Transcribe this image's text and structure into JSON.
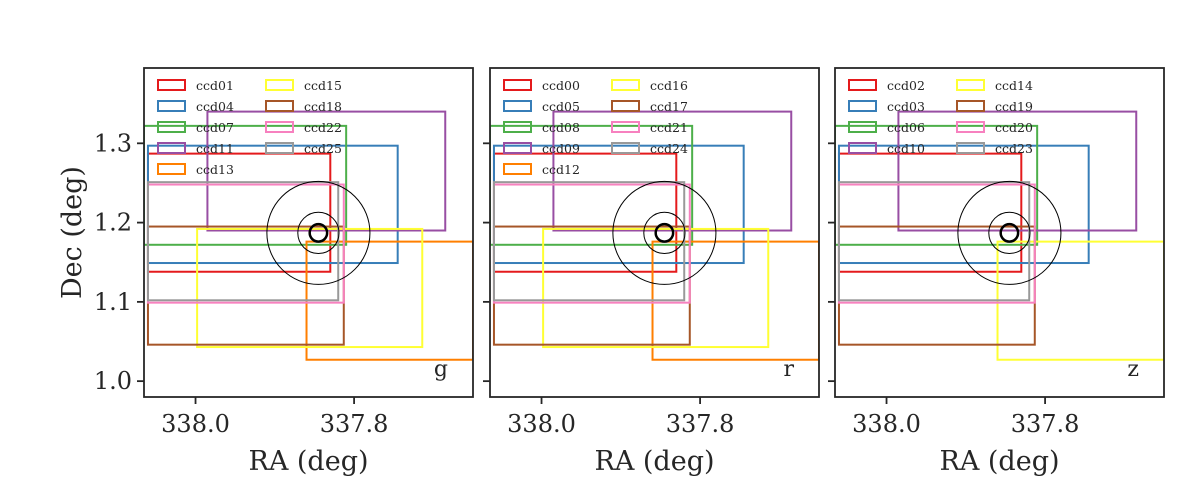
{
  "chart_data": [
    {
      "type": "footprint",
      "band": "g",
      "xlabel": "RA (deg)",
      "ylabel": "Dec (deg)",
      "xlim": [
        338.065,
        337.65
      ],
      "ylim": [
        0.98,
        1.395
      ],
      "xticks": [
        {
          "value": 338.0,
          "label": "338.0"
        },
        {
          "value": 337.8,
          "label": "337.8"
        }
      ],
      "yticks": [
        {
          "value": 1.0,
          "label": "1.0"
        },
        {
          "value": 1.1,
          "label": "1.1"
        },
        {
          "value": 1.2,
          "label": "1.2"
        },
        {
          "value": 1.3,
          "label": "1.3"
        }
      ],
      "ccds": [
        {
          "name": "ccd01",
          "color": "#e41a1c",
          "ra": [
            338.06,
            337.83
          ],
          "dec": [
            1.138,
            1.287
          ]
        },
        {
          "name": "ccd04",
          "color": "#377eb8",
          "ra": [
            338.06,
            337.745
          ],
          "dec": [
            1.149,
            1.297
          ]
        },
        {
          "name": "ccd07",
          "color": "#4daf4a",
          "ra": [
            338.065,
            337.81
          ],
          "dec": [
            1.172,
            1.322
          ]
        },
        {
          "name": "ccd11",
          "color": "#984ea3",
          "ra": [
            337.985,
            337.685
          ],
          "dec": [
            1.19,
            1.34
          ]
        },
        {
          "name": "ccd13",
          "color": "#ff7f00",
          "ra": [
            337.86,
            337.65
          ],
          "dec": [
            1.027,
            1.176
          ]
        },
        {
          "name": "ccd15",
          "color": "#ffff33",
          "ra": [
            337.998,
            337.714
          ],
          "dec": [
            1.043,
            1.192
          ]
        },
        {
          "name": "ccd18",
          "color": "#a65628",
          "ra": [
            338.06,
            337.813
          ],
          "dec": [
            1.046,
            1.195
          ]
        },
        {
          "name": "ccd22",
          "color": "#f781bf",
          "ra": [
            338.06,
            337.813
          ],
          "dec": [
            1.099,
            1.248
          ]
        },
        {
          "name": "ccd25",
          "color": "#999999",
          "ra": [
            338.06,
            337.82
          ],
          "dec": [
            1.102,
            1.251
          ]
        }
      ],
      "circles": [
        {
          "ra": 337.845,
          "dec": 1.187,
          "radius": 0.065
        },
        {
          "ra": 337.845,
          "dec": 1.187,
          "radius": 0.026
        },
        {
          "ra": 337.845,
          "dec": 1.187,
          "radius": 0.011
        }
      ],
      "legend": {
        "placement": "top-left",
        "columns": 2
      }
    },
    {
      "type": "footprint",
      "band": "r",
      "xlabel": "RA (deg)",
      "ylabel": "",
      "xlim": [
        338.065,
        337.65
      ],
      "ylim": [
        0.98,
        1.395
      ],
      "xticks": [
        {
          "value": 338.0,
          "label": "338.0"
        },
        {
          "value": 337.8,
          "label": "337.8"
        }
      ],
      "yticks": [],
      "ccds": [
        {
          "name": "ccd00",
          "color": "#e41a1c",
          "ra": [
            338.06,
            337.83
          ],
          "dec": [
            1.138,
            1.287
          ]
        },
        {
          "name": "ccd05",
          "color": "#377eb8",
          "ra": [
            338.06,
            337.745
          ],
          "dec": [
            1.149,
            1.297
          ]
        },
        {
          "name": "ccd08",
          "color": "#4daf4a",
          "ra": [
            338.065,
            337.81
          ],
          "dec": [
            1.172,
            1.322
          ]
        },
        {
          "name": "ccd09",
          "color": "#984ea3",
          "ra": [
            337.985,
            337.685
          ],
          "dec": [
            1.19,
            1.34
          ]
        },
        {
          "name": "ccd12",
          "color": "#ff7f00",
          "ra": [
            337.86,
            337.65
          ],
          "dec": [
            1.027,
            1.176
          ]
        },
        {
          "name": "ccd16",
          "color": "#ffff33",
          "ra": [
            337.998,
            337.714
          ],
          "dec": [
            1.043,
            1.192
          ]
        },
        {
          "name": "ccd17",
          "color": "#a65628",
          "ra": [
            338.06,
            337.813
          ],
          "dec": [
            1.046,
            1.195
          ]
        },
        {
          "name": "ccd21",
          "color": "#f781bf",
          "ra": [
            338.06,
            337.813
          ],
          "dec": [
            1.099,
            1.248
          ]
        },
        {
          "name": "ccd24",
          "color": "#999999",
          "ra": [
            338.06,
            337.82
          ],
          "dec": [
            1.102,
            1.251
          ]
        }
      ],
      "circles": [
        {
          "ra": 337.845,
          "dec": 1.187,
          "radius": 0.065
        },
        {
          "ra": 337.845,
          "dec": 1.187,
          "radius": 0.026
        },
        {
          "ra": 337.845,
          "dec": 1.187,
          "radius": 0.011
        }
      ],
      "legend": {
        "placement": "top-left",
        "columns": 2
      }
    },
    {
      "type": "footprint",
      "band": "z",
      "xlabel": "RA (deg)",
      "ylabel": "",
      "xlim": [
        338.065,
        337.65
      ],
      "ylim": [
        0.98,
        1.395
      ],
      "xticks": [
        {
          "value": 338.0,
          "label": "338.0"
        },
        {
          "value": 337.8,
          "label": "337.8"
        }
      ],
      "yticks": [],
      "ccds": [
        {
          "name": "ccd02",
          "color": "#e41a1c",
          "ra": [
            338.06,
            337.83
          ],
          "dec": [
            1.138,
            1.287
          ]
        },
        {
          "name": "ccd03",
          "color": "#377eb8",
          "ra": [
            338.06,
            337.745
          ],
          "dec": [
            1.149,
            1.297
          ]
        },
        {
          "name": "ccd06",
          "color": "#4daf4a",
          "ra": [
            338.065,
            337.81
          ],
          "dec": [
            1.172,
            1.322
          ]
        },
        {
          "name": "ccd10",
          "color": "#984ea3",
          "ra": [
            337.985,
            337.685
          ],
          "dec": [
            1.19,
            1.34
          ]
        },
        {
          "name": "ccd14",
          "color": "#ffff33",
          "ra": [
            337.86,
            337.65
          ],
          "dec": [
            1.027,
            1.176
          ]
        },
        {
          "name": "ccd19",
          "color": "#a65628",
          "ra": [
            338.06,
            337.813
          ],
          "dec": [
            1.046,
            1.195
          ]
        },
        {
          "name": "ccd20",
          "color": "#f781bf",
          "ra": [
            338.06,
            337.813
          ],
          "dec": [
            1.099,
            1.248
          ]
        },
        {
          "name": "ccd23",
          "color": "#999999",
          "ra": [
            338.06,
            337.82
          ],
          "dec": [
            1.102,
            1.251
          ]
        }
      ],
      "circles": [
        {
          "ra": 337.845,
          "dec": 1.187,
          "radius": 0.065
        },
        {
          "ra": 337.845,
          "dec": 1.187,
          "radius": 0.026
        },
        {
          "ra": 337.845,
          "dec": 1.187,
          "radius": 0.011
        }
      ],
      "legend": {
        "placement": "top-left",
        "columns": 2
      }
    }
  ]
}
